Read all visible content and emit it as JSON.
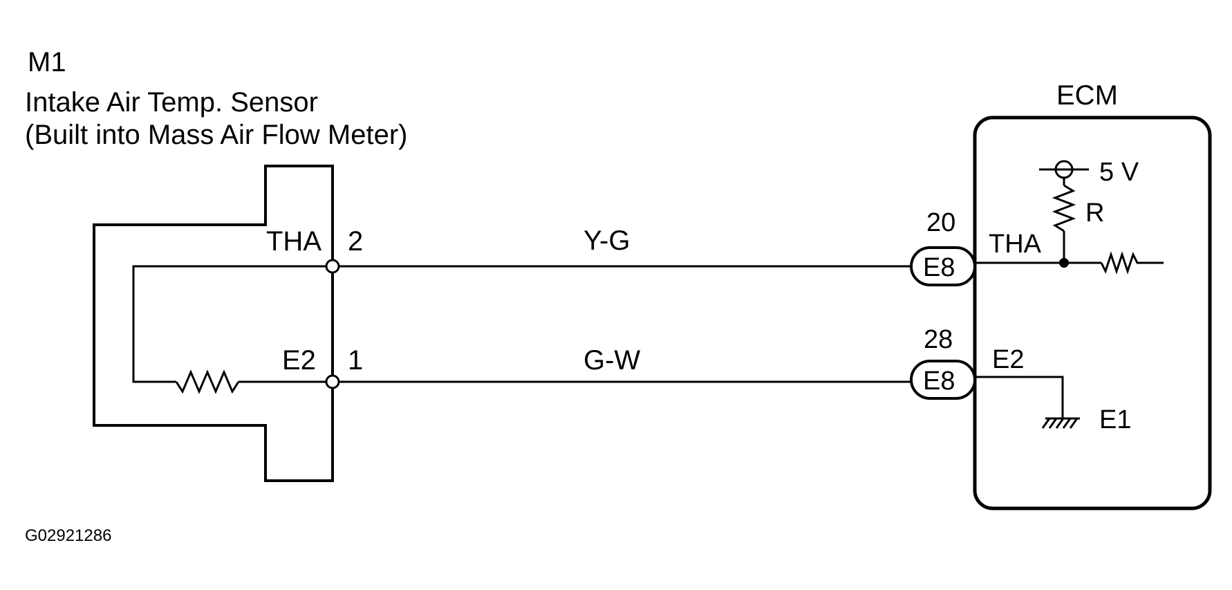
{
  "sensor": {
    "connector_id": "M1",
    "name": "Intake Air Temp. Sensor",
    "note": "(Built into Mass Air Flow Meter)",
    "pins": [
      {
        "terminal": "THA",
        "number": "2"
      },
      {
        "terminal": "E2",
        "number": "1"
      }
    ]
  },
  "wires": [
    {
      "color_code": "Y-G"
    },
    {
      "color_code": "G-W"
    }
  ],
  "ecm": {
    "label": "ECM",
    "connectors": [
      {
        "pin": "20",
        "connector": "E8",
        "terminal": "THA"
      },
      {
        "pin": "28",
        "connector": "E8",
        "terminal": "E2"
      }
    ],
    "supply": "5 V",
    "resistor": "R",
    "ground": "E1"
  },
  "figure_id": "G02921286"
}
